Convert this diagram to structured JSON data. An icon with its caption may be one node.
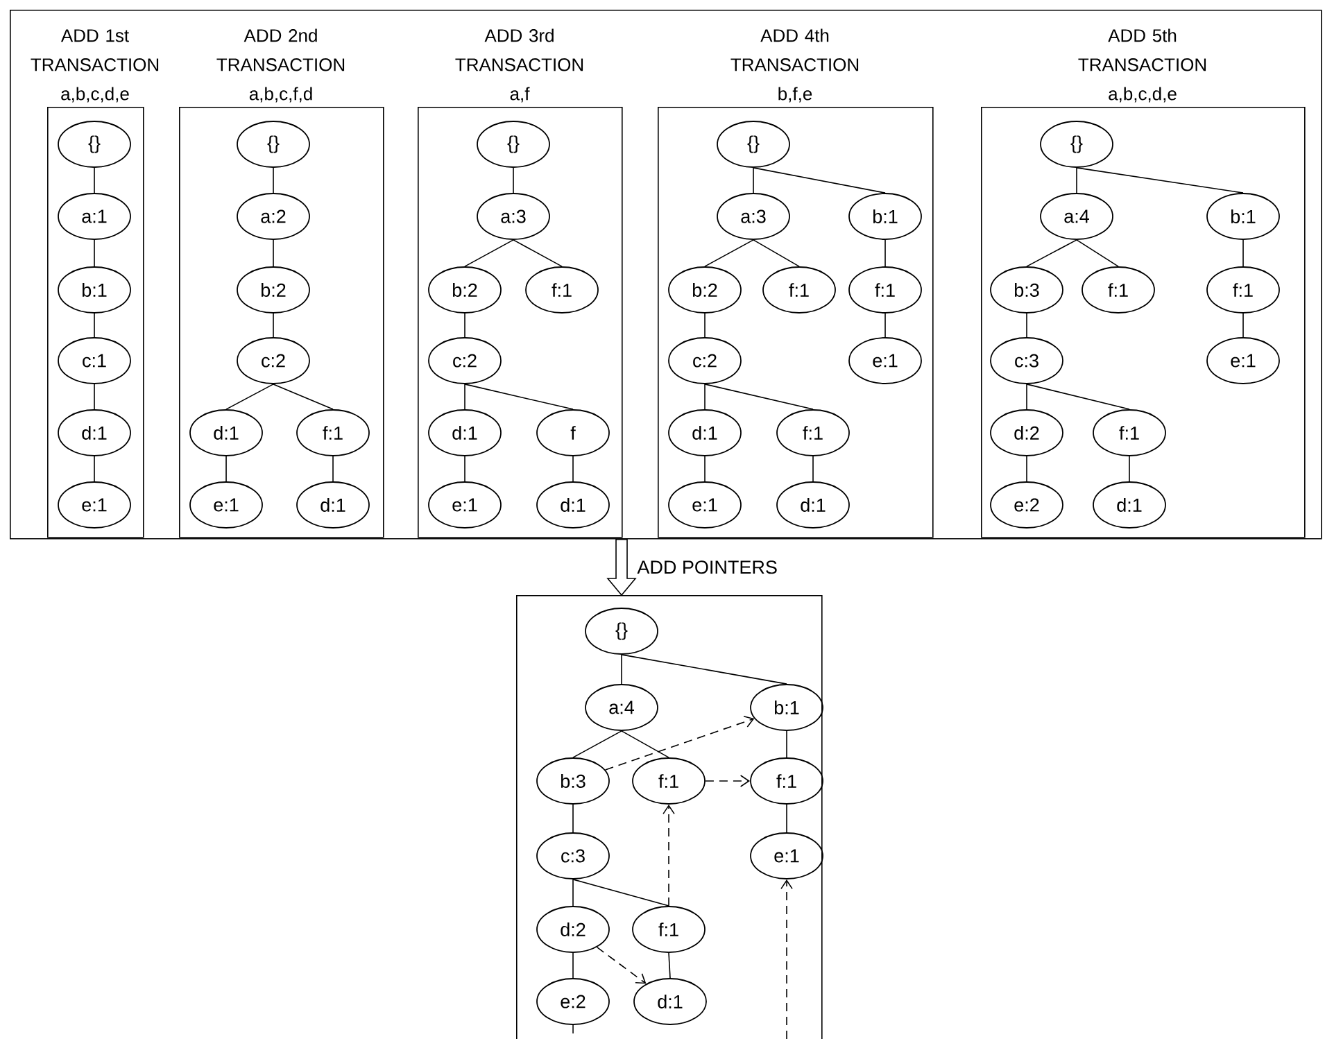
{
  "diagram": {
    "nodes": [
      {
        "text": [],
        "shape": "box"
      },
      {
        "text": [
          "ADD 1st TRANSACTION",
          "a,b,c,d,e"
        ],
        "in": 0
      },
      {
        "text": [
          "{}"
        ],
        "in": 1
      },
      {
        "text": [
          "a:1"
        ],
        "in": 1
      },
      {
        "text": [
          "b:1"
        ],
        "in": 1
      },
      {
        "text": [
          "c:1"
        ],
        "in": 1
      },
      {
        "text": [
          "d:1"
        ],
        "in": 1
      },
      {
        "text": [
          "e:1"
        ],
        "in": 1
      },
      {
        "text": [
          "ADD 2nd TRANSACTION",
          "a,b,c,f,d"
        ],
        "in": 0
      },
      {
        "text": [
          "{}"
        ],
        "in": 8
      },
      {
        "text": [
          "a:2"
        ],
        "in": 8
      },
      {
        "text": [
          "b:2"
        ],
        "in": 8
      },
      {
        "text": [
          "c:2"
        ],
        "in": 8
      },
      {
        "text": [
          "d:1"
        ],
        "in": 8
      },
      {
        "text": [
          "f:1"
        ],
        "in": 8
      },
      {
        "text": [
          "e:1"
        ],
        "in": 8
      },
      {
        "text": [
          "d:1"
        ],
        "in": 8
      },
      {
        "text": [
          "ADD 3rd TRANSACTION",
          "a,f"
        ],
        "in": 0
      },
      {
        "text": [
          "{}"
        ],
        "in": 17
      },
      {
        "text": [
          "a:3"
        ],
        "in": 17
      },
      {
        "text": [
          "b:2"
        ],
        "in": 17
      },
      {
        "text": [
          "f:1"
        ],
        "in": 17
      },
      {
        "text": [
          "c:2"
        ],
        "in": 17
      },
      {
        "text": [
          "d:1"
        ],
        "in": 17
      },
      {
        "text": [
          "f"
        ],
        "in": 17
      },
      {
        "text": [
          "e:1"
        ],
        "in": 17
      },
      {
        "text": [
          "d:1"
        ],
        "in": 17
      },
      {
        "text": [
          "ADD 4th TRANSACTION",
          "b,f,e"
        ],
        "in": 0
      },
      {
        "text": [
          "{}"
        ],
        "in": 27
      },
      {
        "text": [
          "a:3"
        ],
        "in": 27
      },
      {
        "text": [
          "b:1"
        ],
        "in": 27
      },
      {
        "text": [
          "b:2"
        ],
        "in": 27
      },
      {
        "text": [
          "f:1"
        ],
        "in": 27
      },
      {
        "text": [
          "f:1"
        ],
        "in": 27
      },
      {
        "text": [
          "c:2"
        ],
        "in": 27
      },
      {
        "text": [
          "e:1"
        ],
        "in": 27
      },
      {
        "text": [
          "d:1"
        ],
        "in": 27
      },
      {
        "text": [
          "f:1"
        ],
        "in": 27
      },
      {
        "text": [
          "e:1"
        ],
        "in": 27
      },
      {
        "text": [
          "d:1"
        ],
        "in": 27
      },
      {
        "text": [
          "ADD 5th TRANSACTION",
          "a,b,c,d,e"
        ],
        "in": 0
      },
      {
        "text": [
          "{}"
        ],
        "in": 40
      },
      {
        "text": [
          "a:4"
        ],
        "in": 40
      },
      {
        "text": [
          "b:1"
        ],
        "in": 40
      },
      {
        "text": [
          "b:3"
        ],
        "in": 40
      },
      {
        "text": [
          "f:1"
        ],
        "in": 40
      },
      {
        "text": [
          "f:1"
        ],
        "in": 40
      },
      {
        "text": [
          "c:3"
        ],
        "in": 40
      },
      {
        "text": [
          "e:1"
        ],
        "in": 40
      },
      {
        "text": [
          "d:2"
        ],
        "in": 40
      },
      {
        "text": [
          "f:1"
        ],
        "in": 40
      },
      {
        "text": [
          "e:2"
        ],
        "in": 40
      },
      {
        "text": [
          "d:1"
        ],
        "in": 40
      },
      {
        "text": [],
        "shape": "box"
      },
      {
        "text": [
          "{}"
        ],
        "in": 53
      },
      {
        "text": [
          "a:4"
        ],
        "in": 53
      },
      {
        "text": [
          "b:1"
        ],
        "in": 53
      },
      {
        "text": [
          "b:3"
        ],
        "in": 53
      },
      {
        "text": [
          "f:1"
        ],
        "in": 53
      },
      {
        "text": [
          "f:1"
        ],
        "in": 53
      },
      {
        "text": [
          "c:3"
        ],
        "in": 53
      },
      {
        "text": [
          "e:1"
        ],
        "in": 53
      },
      {
        "text": [
          "d:2"
        ],
        "in": 53
      },
      {
        "text": [
          "f:1"
        ],
        "in": 53
      },
      {
        "text": [
          "e:2"
        ],
        "in": 53
      },
      {
        "text": [
          "d:1"
        ],
        "in": 53
      }
    ],
    "edges": [
      {
        "from": 2,
        "to": 3,
        "arrow": "none"
      },
      {
        "from": 3,
        "to": 4,
        "arrow": "none"
      },
      {
        "from": 4,
        "to": 5,
        "arrow": "none"
      },
      {
        "from": 5,
        "to": 6,
        "arrow": "none"
      },
      {
        "from": 6,
        "to": 7,
        "arrow": "none"
      },
      {
        "from": 9,
        "to": 10,
        "arrow": "none"
      },
      {
        "from": 10,
        "to": 11,
        "arrow": "none"
      },
      {
        "from": 11,
        "to": 12,
        "arrow": "none"
      },
      {
        "from": 12,
        "to": 13,
        "arrow": "none"
      },
      {
        "from": 12,
        "to": 14,
        "arrow": "none"
      },
      {
        "from": 13,
        "to": 15,
        "arrow": "none"
      },
      {
        "from": 14,
        "to": 16,
        "arrow": "none"
      },
      {
        "from": 18,
        "to": 19,
        "arrow": "none"
      },
      {
        "from": 19,
        "to": 20,
        "arrow": "none"
      },
      {
        "from": 19,
        "to": 21,
        "arrow": "none"
      },
      {
        "from": 20,
        "to": 22,
        "arrow": "none"
      },
      {
        "from": 22,
        "to": 23,
        "arrow": "none"
      },
      {
        "from": 22,
        "to": 24,
        "arrow": "none"
      },
      {
        "from": 23,
        "to": 25,
        "arrow": "none"
      },
      {
        "from": 24,
        "to": 26,
        "arrow": "none"
      },
      {
        "from": 28,
        "to": 29,
        "arrow": "none"
      },
      {
        "from": 28,
        "to": 30,
        "arrow": "none"
      },
      {
        "from": 29,
        "to": 31,
        "arrow": "none"
      },
      {
        "from": 29,
        "to": 32,
        "arrow": "none"
      },
      {
        "from": 30,
        "to": 33,
        "arrow": "none"
      },
      {
        "from": 31,
        "to": 34,
        "arrow": "none"
      },
      {
        "from": 33,
        "to": 35,
        "arrow": "none"
      },
      {
        "from": 34,
        "to": 36,
        "arrow": "none"
      },
      {
        "from": 34,
        "to": 37,
        "arrow": "none"
      },
      {
        "from": 36,
        "to": 38,
        "arrow": "none"
      },
      {
        "from": 37,
        "to": 39,
        "arrow": "none"
      },
      {
        "from": 41,
        "to": 42,
        "arrow": "none"
      },
      {
        "from": 41,
        "to": 43,
        "arrow": "none"
      },
      {
        "from": 42,
        "to": 44,
        "arrow": "none"
      },
      {
        "from": 42,
        "to": 45,
        "arrow": "none"
      },
      {
        "from": 43,
        "to": 46,
        "arrow": "none"
      },
      {
        "from": 44,
        "to": 47,
        "arrow": "none"
      },
      {
        "from": 46,
        "to": 48,
        "arrow": "none"
      },
      {
        "from": 47,
        "to": 49,
        "arrow": "none"
      },
      {
        "from": 47,
        "to": 50,
        "arrow": "none"
      },
      {
        "from": 49,
        "to": 51,
        "arrow": "none"
      },
      {
        "from": 50,
        "to": 52,
        "arrow": "none"
      },
      {
        "from": 54,
        "to": 55,
        "arrow": "none"
      },
      {
        "from": 54,
        "to": 56,
        "arrow": "none"
      },
      {
        "from": 55,
        "to": 57,
        "arrow": "none"
      },
      {
        "from": 55,
        "to": 58,
        "arrow": "none"
      },
      {
        "from": 56,
        "to": 59,
        "arrow": "none"
      },
      {
        "from": 57,
        "to": 60,
        "arrow": "none"
      },
      {
        "from": 59,
        "to": 61,
        "arrow": "none"
      },
      {
        "from": 60,
        "to": 62,
        "arrow": "none"
      },
      {
        "from": 60,
        "to": 63,
        "arrow": "none"
      },
      {
        "from": 62,
        "to": 64,
        "arrow": "none"
      },
      {
        "from": 63,
        "to": 65,
        "arrow": "none"
      },
      {
        "from": 57,
        "to": 56,
        "arrow": "to",
        "style": "dashed"
      },
      {
        "from": 58,
        "to": 59,
        "arrow": "to",
        "style": "dashed"
      },
      {
        "from": 63,
        "to": 58,
        "arrow": "to",
        "style": "dashed"
      },
      {
        "from": 62,
        "to": 65,
        "arrow": "to",
        "style": "dashed"
      },
      {
        "from": 64,
        "to": 61,
        "arrow": "to",
        "style": "dashed"
      },
      {
        "from": 0,
        "to": 53,
        "arrow": "to",
        "style": "thick",
        "label": "ADD POINTERS"
      }
    ]
  }
}
